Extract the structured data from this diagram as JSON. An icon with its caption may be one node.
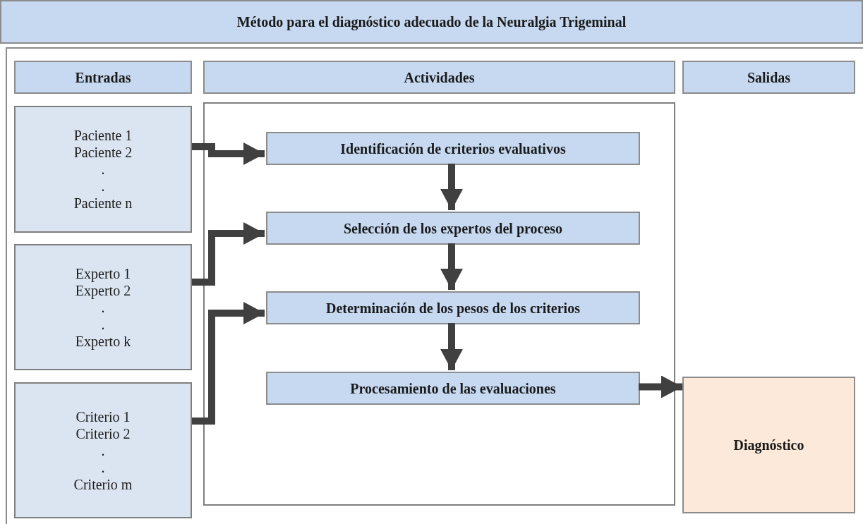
{
  "diagram": {
    "title": "Método para el diagnóstico adecuado de la Neuralgia Trigeminal",
    "nodes": [
      {
        "text": [
          "Entradas"
        ]
      },
      {
        "text": [
          "Actividades"
        ]
      },
      {
        "text": [
          "Salidas"
        ]
      },
      {
        "text": [
          "Paciente 1",
          "Paciente 2",
          ".",
          ".",
          "Paciente n"
        ]
      },
      {
        "text": [
          "Experto 1",
          "Experto 2",
          ".",
          ".",
          "Experto k"
        ]
      },
      {
        "text": [
          "Criterio 1",
          "Criterio 2",
          ".",
          ".",
          "Criterio m"
        ]
      },
      {
        "text": [],
        "shape": "box"
      },
      {
        "text": [
          "Identificación de criterios evaluativos"
        ],
        "in": 6
      },
      {
        "text": [
          "Selección de los expertos del proceso"
        ],
        "in": 6
      },
      {
        "text": [
          "Determinación de los pesos de los criterios"
        ],
        "in": 6
      },
      {
        "text": [
          "Procesamiento de las evaluaciones"
        ],
        "in": 6
      },
      {
        "text": [
          "Diagnóstico"
        ]
      }
    ],
    "edges": [
      {
        "from": 3,
        "to": 7,
        "arrow": "to"
      },
      {
        "from": 4,
        "to": 8,
        "arrow": "to"
      },
      {
        "from": 5,
        "to": 9,
        "arrow": "to"
      },
      {
        "from": 7,
        "to": 8,
        "arrow": "to"
      },
      {
        "from": 8,
        "to": 9,
        "arrow": "to"
      },
      {
        "from": 9,
        "to": 10,
        "arrow": "to"
      },
      {
        "from": 10,
        "to": 11,
        "arrow": "to"
      }
    ]
  }
}
